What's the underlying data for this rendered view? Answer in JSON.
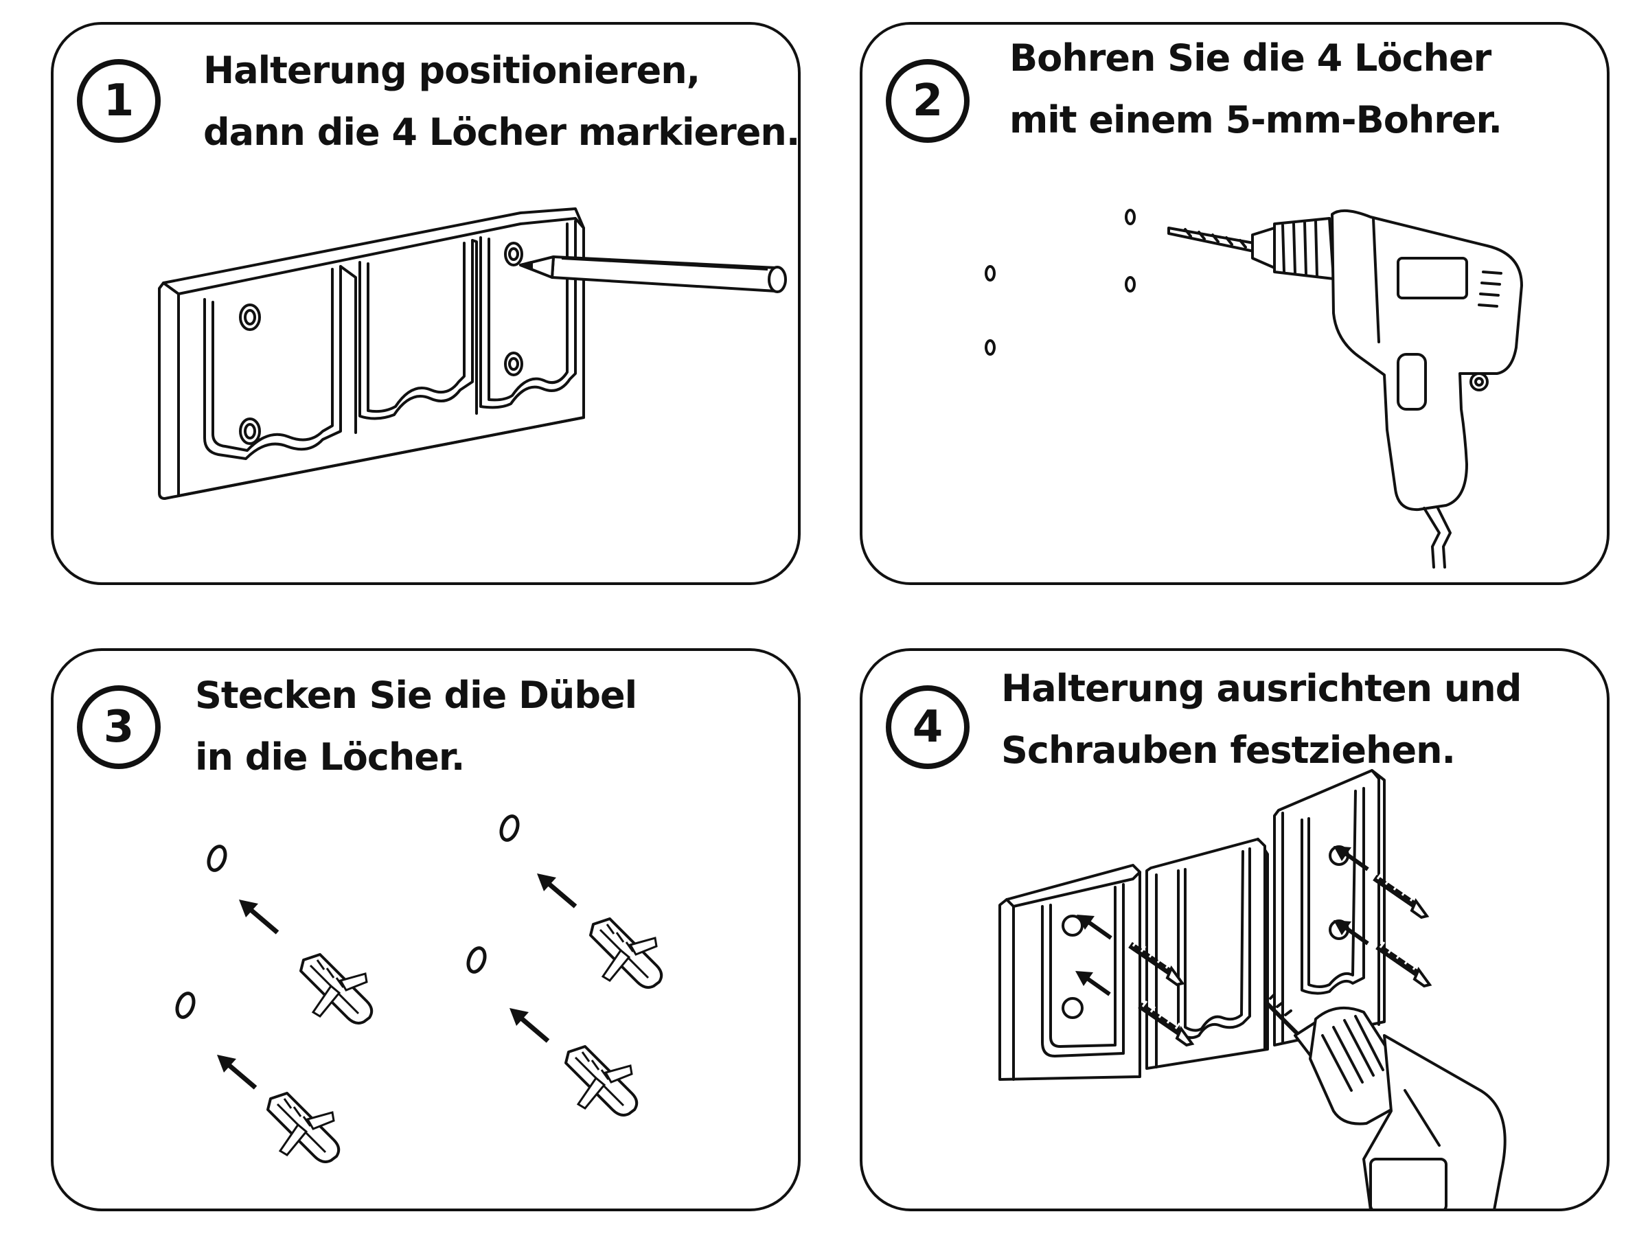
{
  "steps": [
    {
      "number": "1",
      "line1": "Halterung positionieren,",
      "line2": "dann die 4 Löcher markieren."
    },
    {
      "number": "2",
      "line1": "Bohren Sie die 4 Löcher",
      "line2": "mit einem 5-mm-Bohrer."
    },
    {
      "number": "3",
      "line1": "Stecken Sie die Dübel",
      "line2": "in die Löcher."
    },
    {
      "number": "4",
      "line1": "Halterung ausrichten und",
      "line2": "Schrauben festziehen."
    }
  ],
  "colors": {
    "ink": "#111111",
    "background": "#ffffff"
  },
  "icons": [
    "bracket-illustration",
    "pencil-icon",
    "drill-icon",
    "wall-plug-icon",
    "screw-icon",
    "arrow-icon"
  ]
}
